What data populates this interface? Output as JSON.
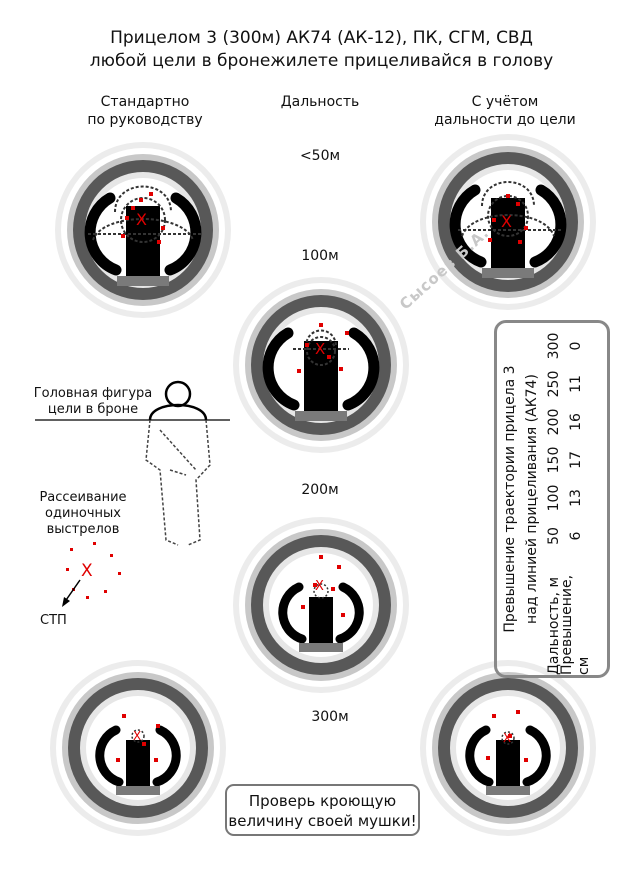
{
  "header": {
    "line1": "Прицелом 3 (300м) АК74 (АК-12), ПК, СГМ, СВД",
    "line2": "любой цели в бронежилете прицеливайся в голову"
  },
  "columns": {
    "left_line1": "Стандартно",
    "left_line2": "по руководству",
    "center": "Дальность",
    "right_line1": "С учётом",
    "right_line2": "дальности до цели"
  },
  "distances": {
    "d50": "<50м",
    "d100": "100м",
    "d200": "200м",
    "d300": "300м"
  },
  "legend": {
    "head_line1": "Головная фигура",
    "head_line2": "цели в броне",
    "disp_line1": "Рассеивание",
    "disp_line2": "одиночных",
    "disp_line3": "выстрелов",
    "stp": "СТП",
    "x_mark": "X"
  },
  "table": {
    "title_line1": "Превышение траектории прицела 3",
    "title_line2": "над линией прицеливания (АК74)",
    "row1_label": "Дальность, м",
    "row2_label": "Превышение, см",
    "ranges": [
      "50",
      "100",
      "150",
      "200",
      "250",
      "300"
    ],
    "heights": [
      "6",
      "13",
      "17",
      "16",
      "11",
      "0"
    ]
  },
  "note": {
    "line1": "Проверь кроющую",
    "line2": "величину своей мушки!"
  },
  "watermark": "Сысоев Б.А.",
  "colors": {
    "ring_dark": "#555555",
    "ring_light": "#d6d6d6",
    "hit": "#e00000",
    "ink": "#000000"
  }
}
